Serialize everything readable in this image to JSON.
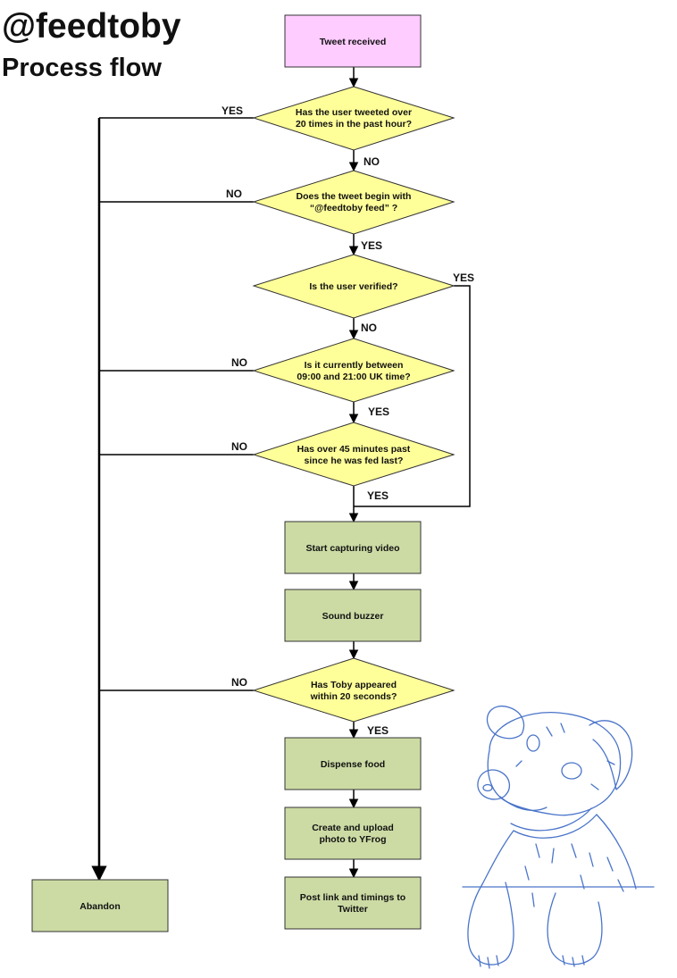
{
  "title": "@feedtoby",
  "subtitle": "Process flow",
  "colors": {
    "start": "#ffccff",
    "decision": "#ffff99",
    "process": "#ccdba4",
    "border": "#333333",
    "dog_sketch": "#4a74c9"
  },
  "nodes": {
    "start": "Tweet received",
    "d1": [
      "Has the user tweeted over",
      "20 times in the past hour?"
    ],
    "d2": [
      "Does the tweet begin with",
      "“@feedtoby feed” ?"
    ],
    "d3": [
      "Is the user verified?"
    ],
    "d4": [
      "Is it currently between",
      "09:00 and 21:00 UK time?"
    ],
    "d5": [
      "Has over 45 minutes past",
      "since he was fed last?"
    ],
    "p1": [
      "Start capturing video"
    ],
    "p2": [
      "Sound buzzer"
    ],
    "d6": [
      "Has Toby appeared",
      "within 20 seconds?"
    ],
    "p3": [
      "Dispense food"
    ],
    "p4": [
      "Create and upload",
      "photo to YFrog"
    ],
    "p5": [
      "Post link and timings to",
      "Twitter"
    ],
    "abandon": [
      "Abandon"
    ]
  },
  "edge_labels": {
    "d1_yes": "YES",
    "d1_no": "NO",
    "d2_no": "NO",
    "d2_yes": "YES",
    "d3_yes": "YES",
    "d3_no": "NO",
    "d4_no": "NO",
    "d4_yes": "YES",
    "d5_no": "NO",
    "d5_yes": "YES",
    "d6_no": "NO",
    "d6_yes": "YES"
  },
  "illustration": "dog-sketch-icon"
}
